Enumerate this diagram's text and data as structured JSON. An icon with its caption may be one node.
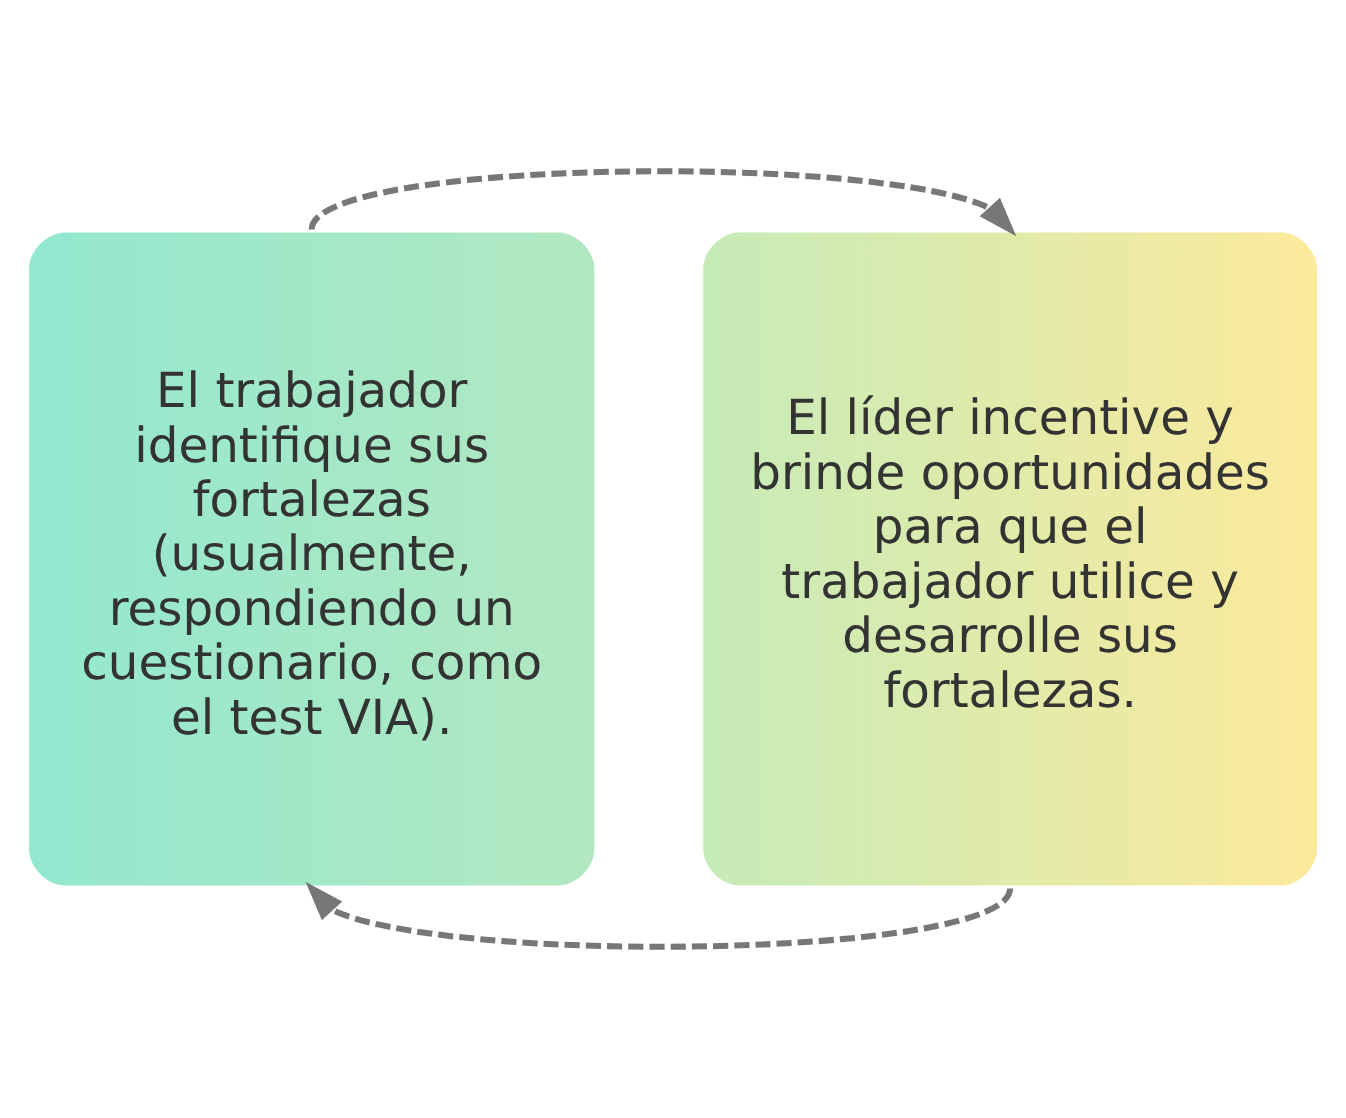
{
  "diagram": {
    "nodes": [
      {
        "text": [
          "El trabajador identifique sus fortalezas (usualmente, respondiendo un cuestionario, como el test VIA)."
        ]
      },
      {
        "text": [
          "El líder incentive y brinde oportunidades para que el trabajador utilice y desarrolle sus fortalezas."
        ]
      }
    ],
    "edges": [
      {
        "from": 0,
        "to": 1,
        "arrow": "to",
        "style": "dashed"
      },
      {
        "from": 1,
        "to": 0,
        "arrow": "to",
        "style": "dashed"
      }
    ]
  }
}
